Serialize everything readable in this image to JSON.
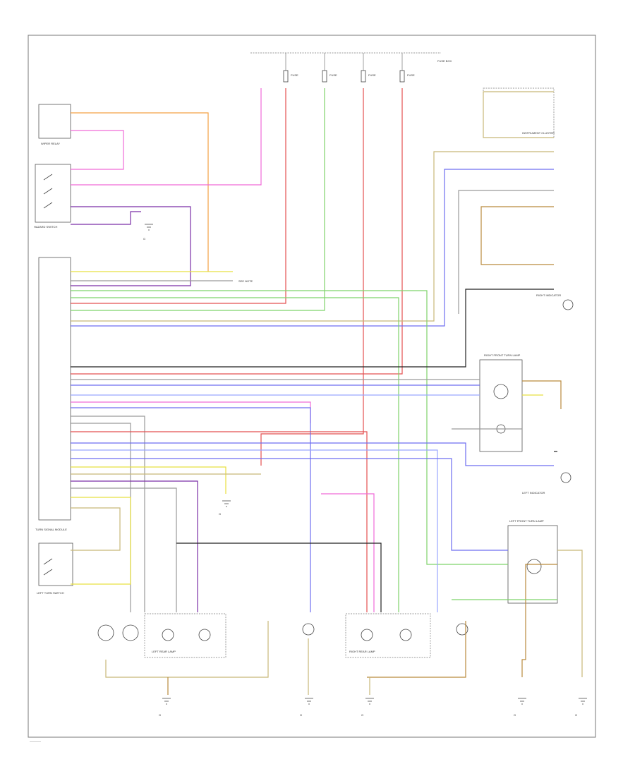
{
  "diagram": {
    "footer_code": "————",
    "colors": {
      "orange": "#f4a044",
      "pink": "#f06ad8",
      "violet": "#7b2fa6",
      "red": "#e45050",
      "green": "#7ed36a",
      "blue": "#6d6df0",
      "light_blue": "#9aa6ff",
      "yellow": "#e8e040",
      "khaki": "#c8b878",
      "brown": "#b98a3c",
      "gray": "#9a9a9a",
      "black": "#222222"
    },
    "components": {
      "fuse_box_top": "FUSE BOX",
      "fuse_labels": [
        "FUSE",
        "FUSE",
        "FUSE",
        "FUSE"
      ],
      "wiper_relay": "WIPER RELAY",
      "hazard_switch": "HAZARD SWITCH",
      "ground_top_left": "G",
      "turn_signal_module": "TURN SIGNAL MODULE",
      "left_turn_switch": "LEFT TURN SWITCH",
      "left_front_turn": "LEFT FRONT TURN LAMP",
      "right_front_turn": "RIGHT FRONT TURN LAMP",
      "left_rear_lamp": "LEFT REAR LAMP",
      "right_rear_lamp": "RIGHT REAR LAMP",
      "ground_1": "G",
      "ground_2": "G",
      "ground_3": "G",
      "ground_4": "G",
      "ground_5": "G",
      "ground_6": "G",
      "right_indicator": "RIGHT INDICATOR",
      "left_indicator": "LEFT INDICATOR",
      "instrument_cluster": "INSTRUMENT CLUSTER",
      "other_note": "SEE NOTE"
    }
  }
}
